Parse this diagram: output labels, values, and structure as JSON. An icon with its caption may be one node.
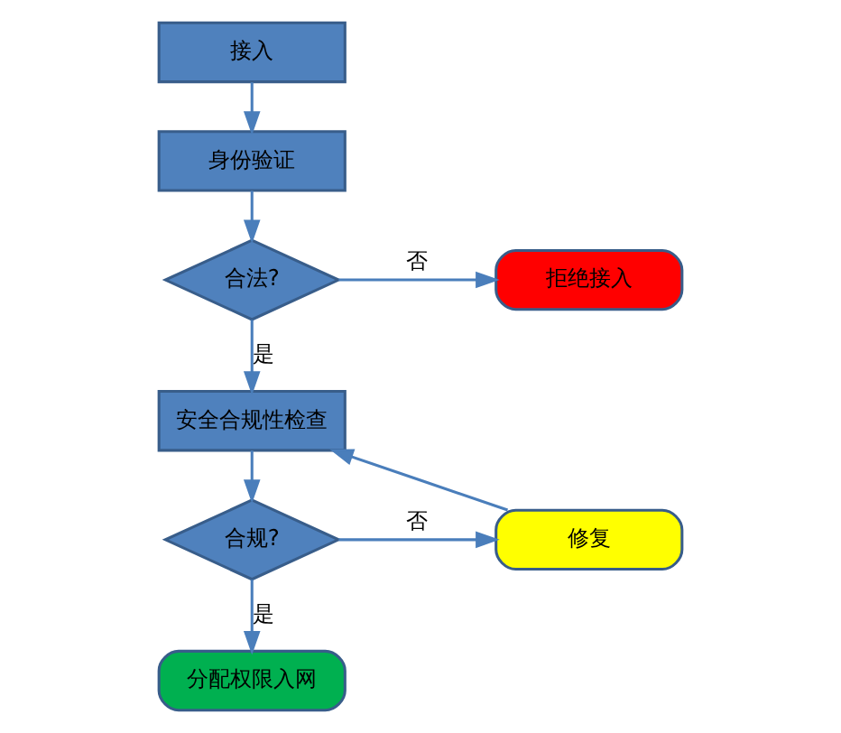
{
  "diagram": {
    "nodes": [
      {
        "text": [
          "接入"
        ]
      },
      {
        "text": [
          "身份验证"
        ]
      },
      {
        "text": [
          "合法?"
        ]
      },
      {
        "text": [
          "拒绝接入"
        ]
      },
      {
        "text": [
          "安全合规性检查"
        ]
      },
      {
        "text": [
          "合规?"
        ]
      },
      {
        "text": [
          "修复"
        ]
      },
      {
        "text": [
          "分配权限入网"
        ]
      }
    ],
    "edges": [
      {
        "from": 0,
        "to": 1,
        "arrow": "to"
      },
      {
        "from": 1,
        "to": 2,
        "arrow": "to"
      },
      {
        "from": 2,
        "to": 3,
        "arrow": "to",
        "label": "否"
      },
      {
        "from": 2,
        "to": 4,
        "arrow": "to",
        "label": "是"
      },
      {
        "from": 4,
        "to": 5,
        "arrow": "to"
      },
      {
        "from": 5,
        "to": 6,
        "arrow": "to",
        "label": "否"
      },
      {
        "from": 6,
        "to": 4,
        "arrow": "to"
      },
      {
        "from": 5,
        "to": 7,
        "arrow": "to",
        "label": "是"
      }
    ]
  }
}
